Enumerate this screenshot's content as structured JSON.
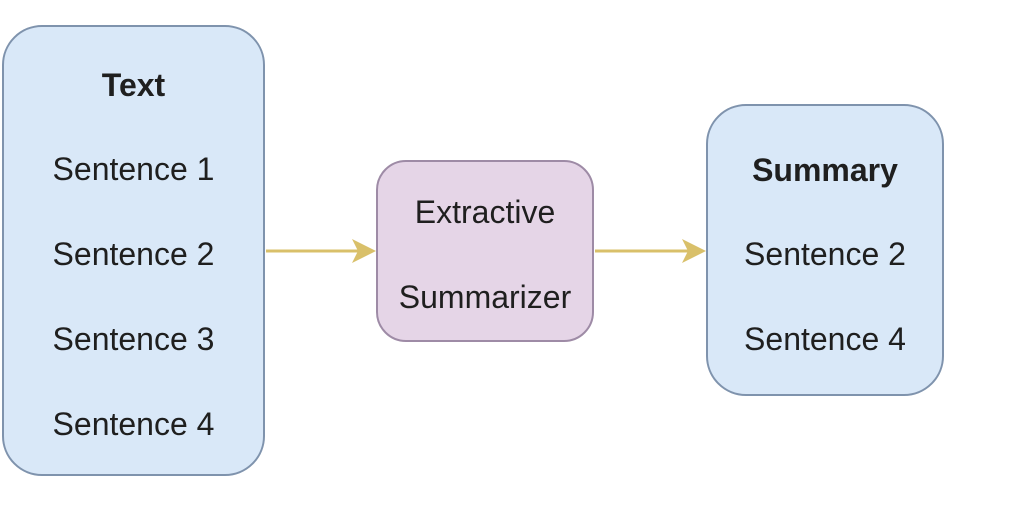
{
  "colors": {
    "box_blue_fill": "#d9e8f8",
    "box_purple_fill": "#e5d5e7",
    "arrow": "#d9c06a"
  },
  "input_box": {
    "title": "Text",
    "sentences": [
      "Sentence 1",
      "Sentence 2",
      "Sentence 3",
      "Sentence 4"
    ]
  },
  "summarizer_box": {
    "line1": "Extractive",
    "line2": "Summarizer"
  },
  "output_box": {
    "title": "Summary",
    "sentences": [
      "Sentence 2",
      "Sentence 4"
    ]
  }
}
